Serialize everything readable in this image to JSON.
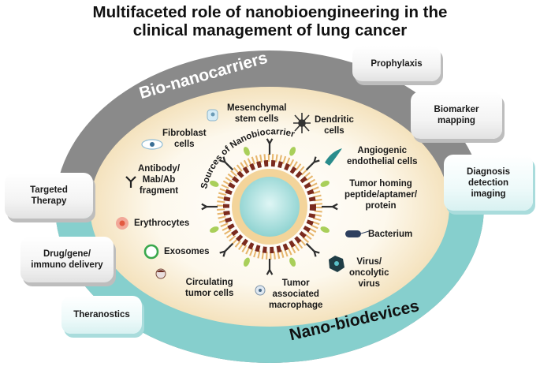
{
  "title": {
    "line1": "Multifaceted role of nanobioengineering in the",
    "line2": "clinical management of lung cancer"
  },
  "bands": {
    "outer": "Bio-nanocarriers",
    "lower": "Nano-biodevices",
    "inner_arc": "Sources of Nanobiocarrier"
  },
  "sources": {
    "fibroblast": "Fibroblast\ncells",
    "msc": "Mesenchymal\nstem cells",
    "dendritic": "Dendritic\ncells",
    "antibody": "Antibody/\nMab/Ab\nfragment",
    "angiogenic": "Angiogenic\nendothelial cells",
    "tumor_homing": "Tumor homing\npeptide/aptamer/\nprotein",
    "erythrocytes": "Erythrocytes",
    "bacterium": "Bacterium",
    "exosomes": "Exosomes",
    "virus": "Virus/\noncolytic\nvirus",
    "ctc": "Circulating\ntumor cells",
    "tam": "Tumor\nassociated\nmacrophage"
  },
  "applications": {
    "prophylaxis": "Prophylaxis",
    "biomarker": "Biomarker\nmapping",
    "diagnosis": "Diagnosis\ndetection\nimaging",
    "targeted": "Targeted\nTherapy",
    "drug": "Drug/gene/\nimmuno delivery",
    "theranostics": "Theranostics"
  },
  "colors": {
    "outer_band": "#8a8a8a",
    "lower_band": "#86cfcd",
    "core_fill": "#fdf6e7",
    "shell_dots": "#e7b66d",
    "shell_dark": "#7a2a1e",
    "antibody": "#2e2e2e",
    "ligand": "#a9cf5a"
  }
}
